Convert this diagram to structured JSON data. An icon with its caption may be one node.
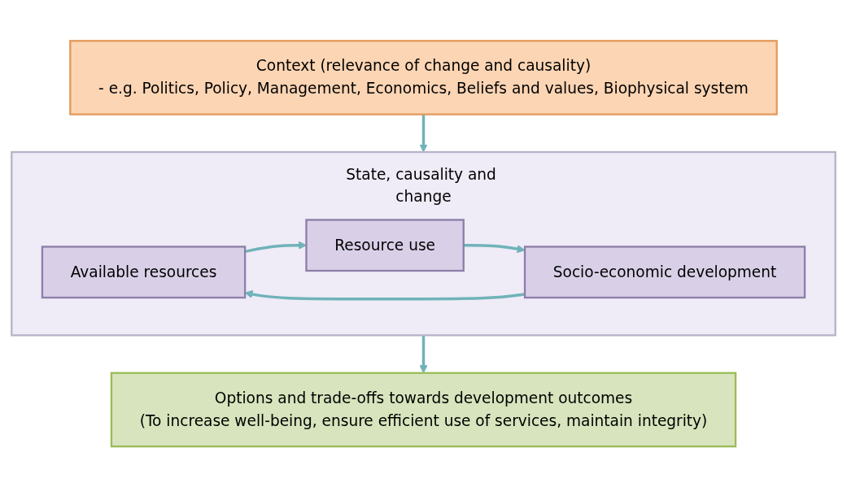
{
  "diagram": {
    "nodes": [
      {
        "text": [
          "Context (relevance of change and causality)",
          "- e.g. Politics, Policy, Management, Economics, Beliefs and values, Biophysical system"
        ]
      },
      {
        "text": [
          "State, causality and change"
        ]
      },
      {
        "text": [
          "Available resources"
        ],
        "in": 1
      },
      {
        "text": [
          "Resource use"
        ],
        "in": 1
      },
      {
        "text": [
          "Socio-economic development"
        ],
        "in": 1
      },
      {
        "text": [
          "Options and trade-offs towards development outcomes",
          "(To increase well-being, ensure efficient use of services, maintain integrity)"
        ]
      }
    ],
    "edges": [
      {
        "from": 0,
        "to": 1,
        "arrow": "to"
      },
      {
        "from": 2,
        "to": 3,
        "arrow": "to"
      },
      {
        "from": 3,
        "to": 4,
        "arrow": "to"
      },
      {
        "from": 4,
        "to": 2,
        "arrow": "to"
      },
      {
        "from": 1,
        "to": 5,
        "arrow": "to"
      }
    ]
  }
}
